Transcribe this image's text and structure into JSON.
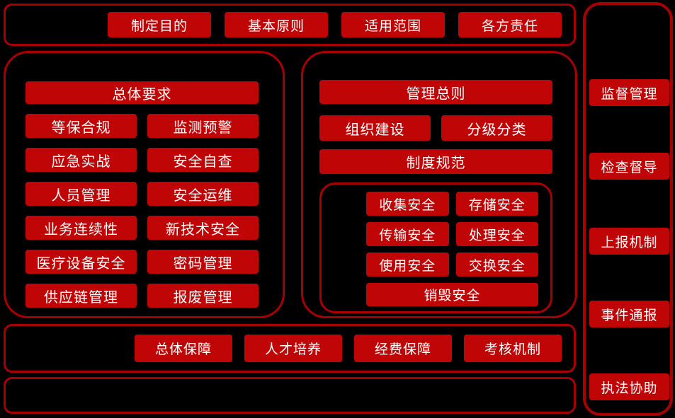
{
  "colors": {
    "background": "#000000",
    "node_fill": "#C00506",
    "outline": "#A80000",
    "text": "#FFFFFF"
  },
  "top_bar": {
    "items": [
      "制定目的",
      "基本原则",
      "适用范围",
      "各方责任"
    ]
  },
  "left_panel": {
    "header": "总体要求",
    "items": [
      "等保合规",
      "监测预警",
      "应急实战",
      "安全自查",
      "人员管理",
      "安全运维",
      "业务连续性",
      "新技术安全",
      "医疗设备安全",
      "密码管理",
      "供应链管理",
      "报废管理"
    ]
  },
  "right_panel": {
    "header": "管理总则",
    "pair_items": [
      "组织建设",
      "分级分类"
    ],
    "full_row": "制度规范",
    "data_security": {
      "items": [
        "收集安全",
        "存储安全",
        "传输安全",
        "处理安全",
        "使用安全",
        "交换安全"
      ],
      "footer": "销毁安全"
    }
  },
  "bottom_bar": {
    "items": [
      "总体保障",
      "人才培养",
      "经费保障",
      "考核机制"
    ]
  },
  "side_panel": {
    "items": [
      "监督管理",
      "检查督导",
      "上报机制",
      "事件通报",
      "执法协助"
    ]
  }
}
